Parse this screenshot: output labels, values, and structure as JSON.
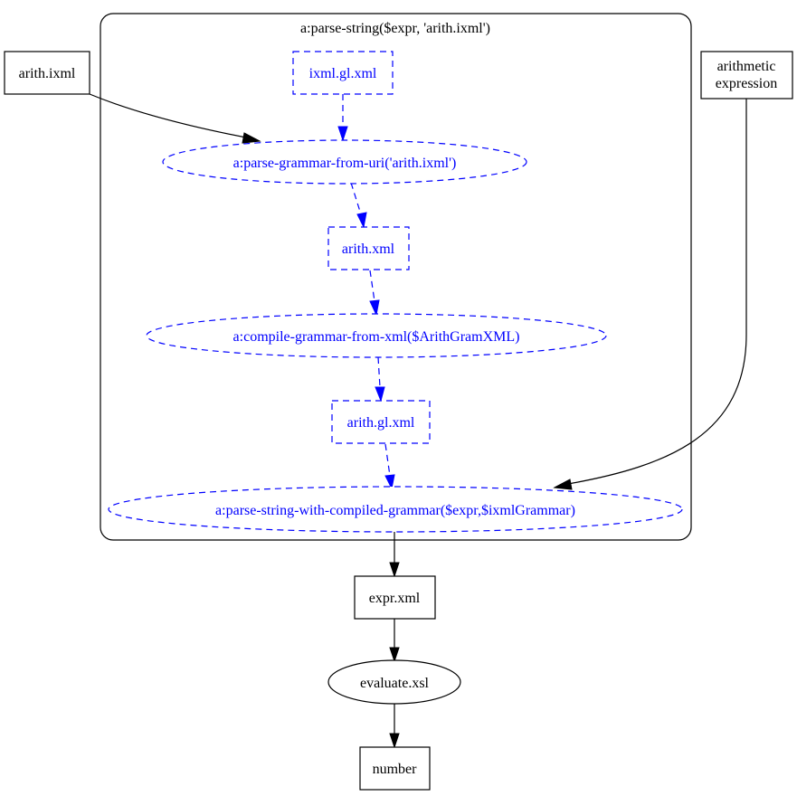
{
  "colors": {
    "outer": "#000000",
    "inner": "#0000ff",
    "background": "#ffffff"
  },
  "cluster": {
    "label": "a:parse-string($expr, 'arith.ixml')"
  },
  "nodes": {
    "arith_ixml": {
      "label": "arith.ixml",
      "shape": "box",
      "style": "solid"
    },
    "arith_expression": {
      "label_lines": [
        "arithmetic",
        "expression"
      ],
      "shape": "box",
      "style": "solid"
    },
    "ixml_gl_xml": {
      "label": "ixml.gl.xml",
      "shape": "box",
      "style": "dashed"
    },
    "parse_grammar": {
      "label": "a:parse-grammar-from-uri('arith.ixml')",
      "shape": "ellipse",
      "style": "dashed"
    },
    "arith_xml": {
      "label": "arith.xml",
      "shape": "box",
      "style": "dashed"
    },
    "compile_grammar": {
      "label": "a:compile-grammar-from-xml($ArithGramXML)",
      "shape": "ellipse",
      "style": "dashed"
    },
    "arith_gl_xml": {
      "label": "arith.gl.xml",
      "shape": "box",
      "style": "dashed"
    },
    "parse_string_compiled": {
      "label": "a:parse-string-with-compiled-grammar($expr,$ixmlGrammar)",
      "shape": "ellipse",
      "style": "dashed"
    },
    "expr_xml": {
      "label": "expr.xml",
      "shape": "box",
      "style": "solid"
    },
    "evaluate_xsl": {
      "label": "evaluate.xsl",
      "shape": "ellipse",
      "style": "solid"
    },
    "number": {
      "label": "number",
      "shape": "box",
      "style": "solid"
    }
  },
  "edges": [
    {
      "from": "arith.ixml",
      "to": "a:parse-grammar-from-uri('arith.ixml')",
      "style": "solid"
    },
    {
      "from": "ixml.gl.xml",
      "to": "a:parse-grammar-from-uri('arith.ixml')",
      "style": "dashed"
    },
    {
      "from": "a:parse-grammar-from-uri('arith.ixml')",
      "to": "arith.xml",
      "style": "dashed"
    },
    {
      "from": "arith.xml",
      "to": "a:compile-grammar-from-xml($ArithGramXML)",
      "style": "dashed"
    },
    {
      "from": "a:compile-grammar-from-xml($ArithGramXML)",
      "to": "arith.gl.xml",
      "style": "dashed"
    },
    {
      "from": "arith.gl.xml",
      "to": "a:parse-string-with-compiled-grammar($expr,$ixmlGrammar)",
      "style": "dashed"
    },
    {
      "from": "arithmetic expression",
      "to": "a:parse-string-with-compiled-grammar($expr,$ixmlGrammar)",
      "style": "solid"
    },
    {
      "from": "a:parse-string-with-compiled-grammar($expr,$ixmlGrammar)",
      "to": "expr.xml",
      "style": "solid"
    },
    {
      "from": "expr.xml",
      "to": "evaluate.xsl",
      "style": "solid"
    },
    {
      "from": "evaluate.xsl",
      "to": "number",
      "style": "solid"
    }
  ]
}
